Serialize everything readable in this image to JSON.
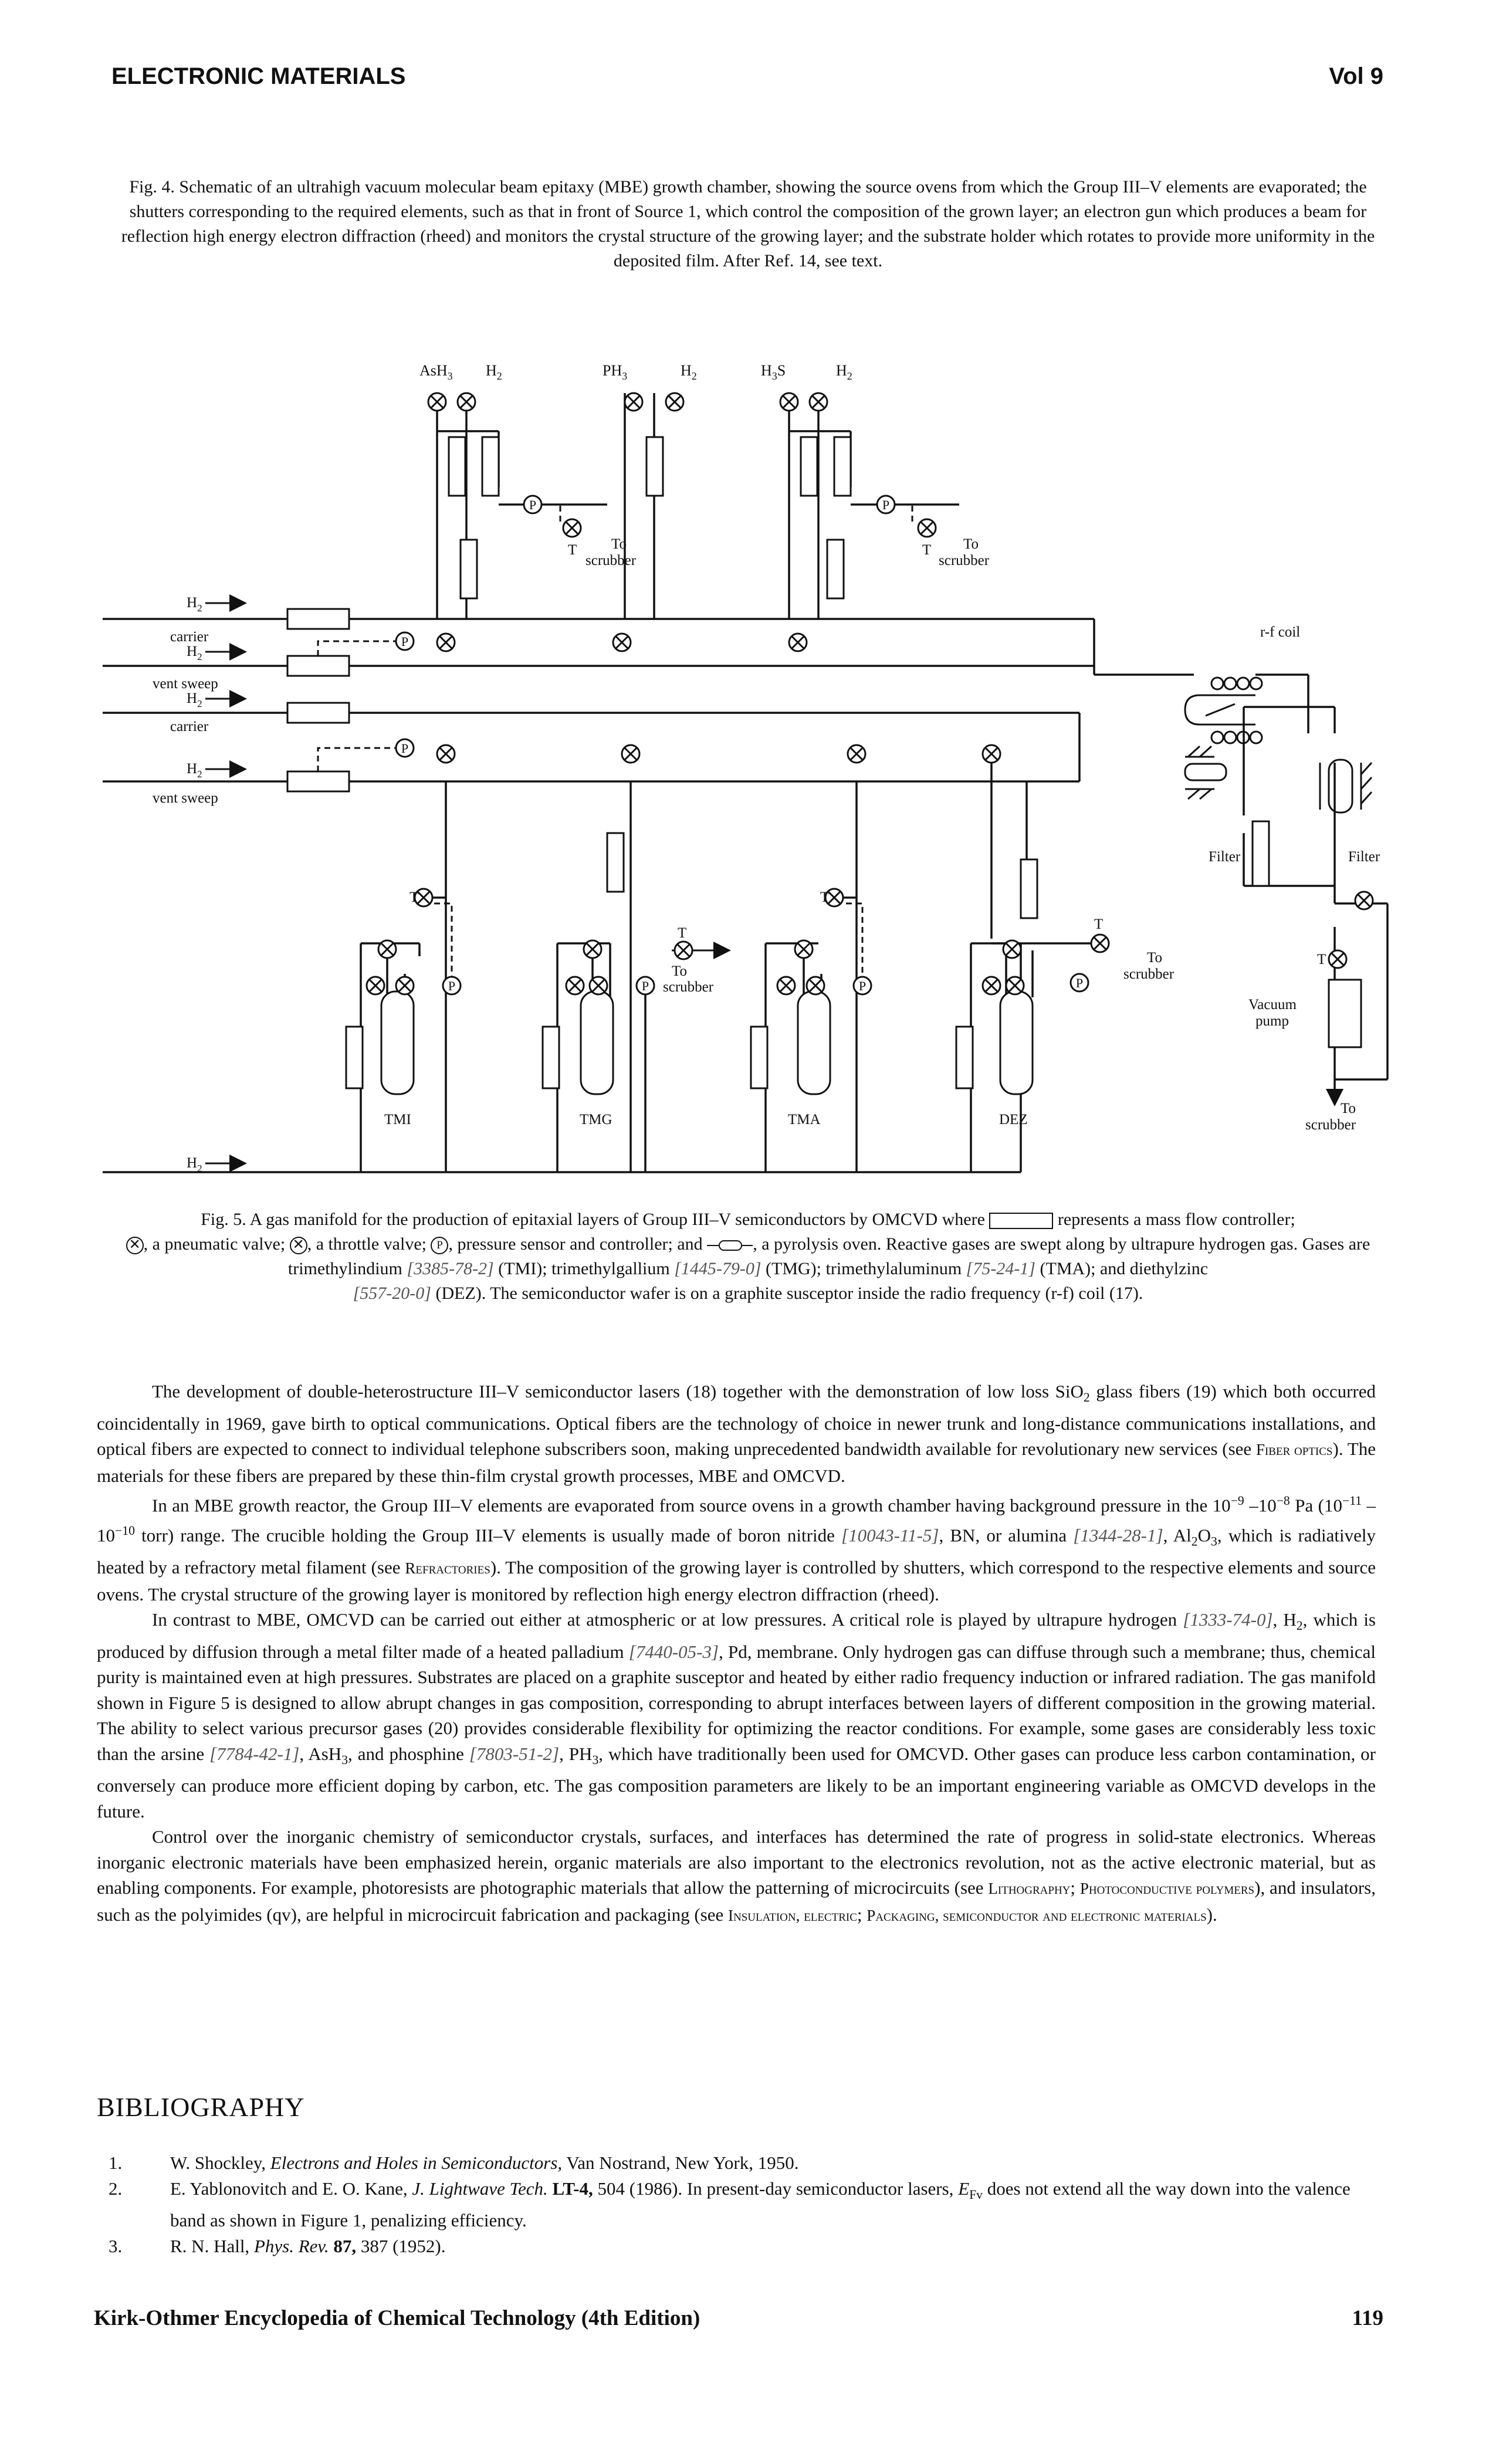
{
  "header": {
    "journal": "ELECTRONIC MATERIALS",
    "volume": "Vol 9"
  },
  "fig4": {
    "caption": "Fig. 4. Schematic of an ultrahigh vacuum molecular beam epitaxy (MBE) growth chamber, showing the source ovens from which the Group III–V elements are evaporated; the shutters corresponding to the required elements, such as that in front of Source 1, which control the composition of the grown layer; an electron gun which produces a beam for reflection high energy electron diffraction (rheed) and monitors the crystal structure of the growing layer; and the substrate holder which rotates to provide more uniformity in the deposited film. After Ref. 14, see text."
  },
  "fig5": {
    "labels": {
      "ash3": "AsH",
      "ash3_sub": "3",
      "h2": "H",
      "h2_sub": "2",
      "ph3": "PH",
      "ph3_sub": "3",
      "h3s": "H",
      "h3s_sub": "3",
      "h3s_end": "S",
      "to": "To",
      "scrubber": "scrubber",
      "t": "T",
      "p": "P",
      "carrier": "carrier",
      "vent_sweep": "vent sweep",
      "rf_coil": "r-f coil",
      "filter": "Filter",
      "vacuum": "Vacuum",
      "pump": "pump",
      "tmi": "TMI",
      "tmg": "TMG",
      "tma": "TMA",
      "dez": "DEZ"
    },
    "caption_p1": "Fig. 5. A gas manifold for the production of epitaxial layers of Group III–V semiconductors by OMCVD where",
    "caption_p2": "represents a mass flow controller;",
    "caption_p3": ", a pneumatic valve;",
    "caption_p4": ", a throttle valve;",
    "caption_p5": ", pressure sensor and controller; and",
    "caption_p6": ", a pyrolysis oven. Reactive gases are swept along by ultrapure hydrogen gas. Gases are trimethylindium",
    "cas_tmi": "[3385-78-2]",
    "caption_p7": "(TMI); trimethylgallium",
    "cas_tmg": "[1445-79-0]",
    "caption_p8": "(TMG); trimethylaluminum",
    "cas_tma": "[75-24-1]",
    "caption_p9": "(TMA); and diethylzinc",
    "cas_dez": "[557-20-0]",
    "caption_p10": "(DEZ). The semiconductor wafer is on a graphite susceptor inside the radio frequency (r-f) coil (17)."
  },
  "body": {
    "p1_a": "The development of double-heterostructure III–V semiconductor lasers (18) together with the demonstration of low loss SiO",
    "p1_sub": "2",
    "p1_b": " glass fibers (19) which both occurred coincidentally in 1969, gave birth to optical communications. Optical fibers are the technology of choice in newer trunk and long-distance communications installations, and optical fibers are expected to connect to individual telephone subscribers soon, making unprecedented bandwidth available for revolutionary new services (see ",
    "p1_xref": "Fiber optics",
    "p1_c": "). The materials for these fibers are prepared by these thin-film crystal growth processes, MBE and OMCVD.",
    "p2_a": "In an MBE growth reactor, the Group III–V elements are evaporated from source ovens in a growth chamber having background pressure in the 10",
    "p2_e1": "−9",
    "p2_b": " –10",
    "p2_e2": "−8",
    "p2_c": " Pa (10",
    "p2_e3": "−11",
    "p2_d": " –10",
    "p2_e4": "−10",
    "p2_e": " torr) range. The crucible holding the Group III–V elements is usually made of boron nitride ",
    "p2_cas1": "[10043-11-5]",
    "p2_f": ", BN, or alumina ",
    "p2_cas2": "[1344-28-1]",
    "p2_g": ", Al",
    "p2_s1": "2",
    "p2_h": "O",
    "p2_s2": "3",
    "p2_i": ", which is radiatively heated by a refractory metal filament (see ",
    "p2_xref": "Refractories",
    "p2_j": "). The composition of the growing layer is controlled by shutters, which correspond to the respective elements and source ovens. The crystal structure of the growing layer is monitored by reflection high energy electron diffraction (rheed).",
    "p3_a": "In contrast to MBE, OMCVD can be carried out either at atmospheric or at low pressures. A critical role is played by ultrapure hydrogen ",
    "p3_cas1": "[1333-74-0]",
    "p3_b": ", H",
    "p3_s1": "2",
    "p3_c": ", which is produced by diffusion through a metal filter made of a heated palladium ",
    "p3_cas2": "[7440-05-3]",
    "p3_d": ", Pd, membrane. Only hydrogen gas can diffuse through such a membrane; thus, chemical purity is maintained even at high pressures. Substrates are placed on a graphite susceptor and heated by either radio frequency induction or infrared radiation. The gas manifold shown in Figure 5 is designed to allow abrupt changes in gas composition, corresponding to abrupt interfaces between layers of different composition in the growing material. The ability to select various precursor gases (20) provides considerable flexibility for optimizing the reactor conditions. For example, some gases are considerably less toxic than the arsine ",
    "p3_cas3": "[7784-42-1]",
    "p3_e": ", AsH",
    "p3_s2": "3",
    "p3_f": ", and phosphine ",
    "p3_cas4": "[7803-51-2]",
    "p3_g": ", PH",
    "p3_s3": "3",
    "p3_h": ", which have traditionally been used for OMCVD. Other gases can produce less carbon contamination, or conversely can produce more efficient doping by carbon, etc. The gas composition parameters are likely to be an important engineering variable as OMCVD develops in the future.",
    "p4_a": "Control over the inorganic chemistry of semiconductor crystals, surfaces, and interfaces has determined the rate of progress in solid-state electronics. Whereas inorganic electronic materials have been emphasized herein, organic materials are also important to the electronics revolution, not as the active electronic material, but as enabling components. For example, photoresists are photographic materials that allow the patterning of microcircuits (see ",
    "p4_xref1": "Lithography",
    "p4_sep": "; ",
    "p4_xref2": "Photoconductive polymers",
    "p4_b": "), and insulators, such as the polyimides (qv), are helpful in microcircuit fabrication and packaging (see ",
    "p4_xref3": "Insulation, electric",
    "p4_xref4": "Packaging, semiconductor and electronic materials",
    "p4_c": ")."
  },
  "bibliography": {
    "heading": "BIBLIOGRAPHY",
    "refs": [
      {
        "num": "1.",
        "a": "W. Shockley, ",
        "title": "Electrons and Holes in Semiconductors,",
        "b": " Van Nostrand, New York, 1950."
      },
      {
        "num": "2.",
        "a": "E. Yablonovitch and E. O. Kane, ",
        "title": "J. Lightwave Tech.",
        "bold": " LT-4,",
        "b": " 504 (1986). In present-day semiconductor lasers, ",
        "e": "E",
        "esub": "Fv",
        "c": " does not extend all the way down into the valence band as shown in Figure 1, penalizing efficiency."
      },
      {
        "num": "3.",
        "a": "R. N. Hall, ",
        "title": "Phys. Rev.",
        "bold": " 87,",
        "b": " 387 (1952)."
      }
    ]
  },
  "footer": {
    "title": "Kirk-Othmer Encyclopedia of Chemical Technology (4th Edition)",
    "page": "119"
  }
}
